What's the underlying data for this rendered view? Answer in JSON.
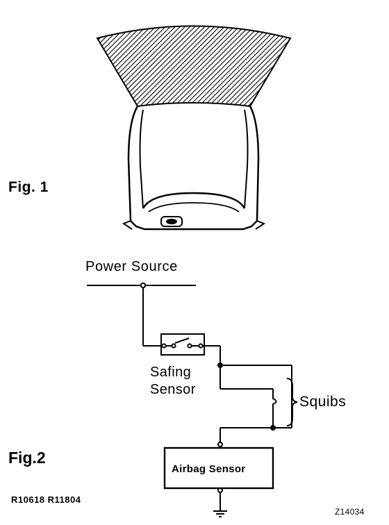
{
  "fig1": {
    "label": "Fig. 1"
  },
  "fig2": {
    "label": "Fig.2",
    "power_source": "Power Source",
    "safing_sensor": [
      "Safing",
      "Sensor"
    ],
    "squibs": "Squibs",
    "airbag_sensor": "Airbag Sensor"
  },
  "footer": {
    "references": "R10618  R11804",
    "code": "Z14034"
  }
}
